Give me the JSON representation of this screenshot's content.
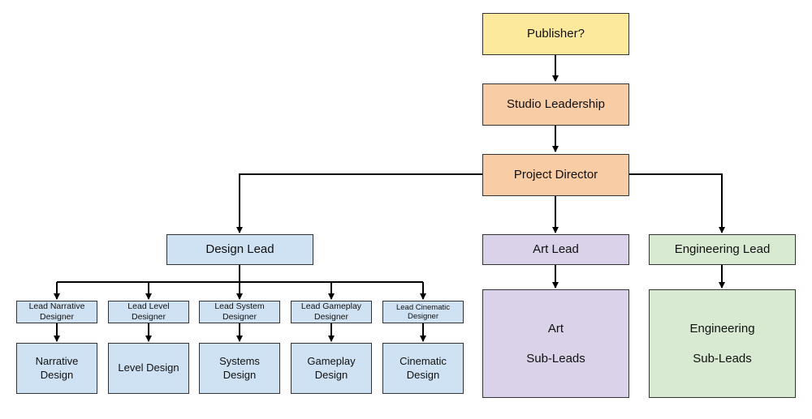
{
  "colors": {
    "publisher": "#fde99c",
    "leadership": "#f8cca4",
    "design": "#cfe2f3",
    "art": "#d9d2e9",
    "engineering": "#d9ead3",
    "line": "#000000"
  },
  "nodes": {
    "publisher": "Publisher?",
    "studio_leadership": "Studio Leadership",
    "project_director": "Project Director",
    "design_lead": "Design Lead",
    "art_lead": "Art Lead",
    "engineering_lead": "Engineering Lead",
    "art_subleads": {
      "line1": "Art",
      "line2": "Sub-Leads"
    },
    "engineering_subleads": {
      "line1": "Engineering",
      "line2": "Sub-Leads"
    },
    "design_leads": [
      {
        "lead_line1": "Lead Narrative",
        "lead_line2": "Designer",
        "team_line1": "Narrative",
        "team_line2": "Design"
      },
      {
        "lead_line1": "Lead Level",
        "lead_line2": "Designer",
        "team_line1": "Level Design",
        "team_line2": ""
      },
      {
        "lead_line1": "Lead System",
        "lead_line2": "Designer",
        "team_line1": "Systems",
        "team_line2": "Design"
      },
      {
        "lead_line1": "Lead Gameplay",
        "lead_line2": "Designer",
        "team_line1": "Gameplay",
        "team_line2": "Design"
      },
      {
        "lead_line1": "Lead Cinematic",
        "lead_line2": "Designer",
        "team_line1": "Cinematic",
        "team_line2": "Design"
      }
    ]
  }
}
